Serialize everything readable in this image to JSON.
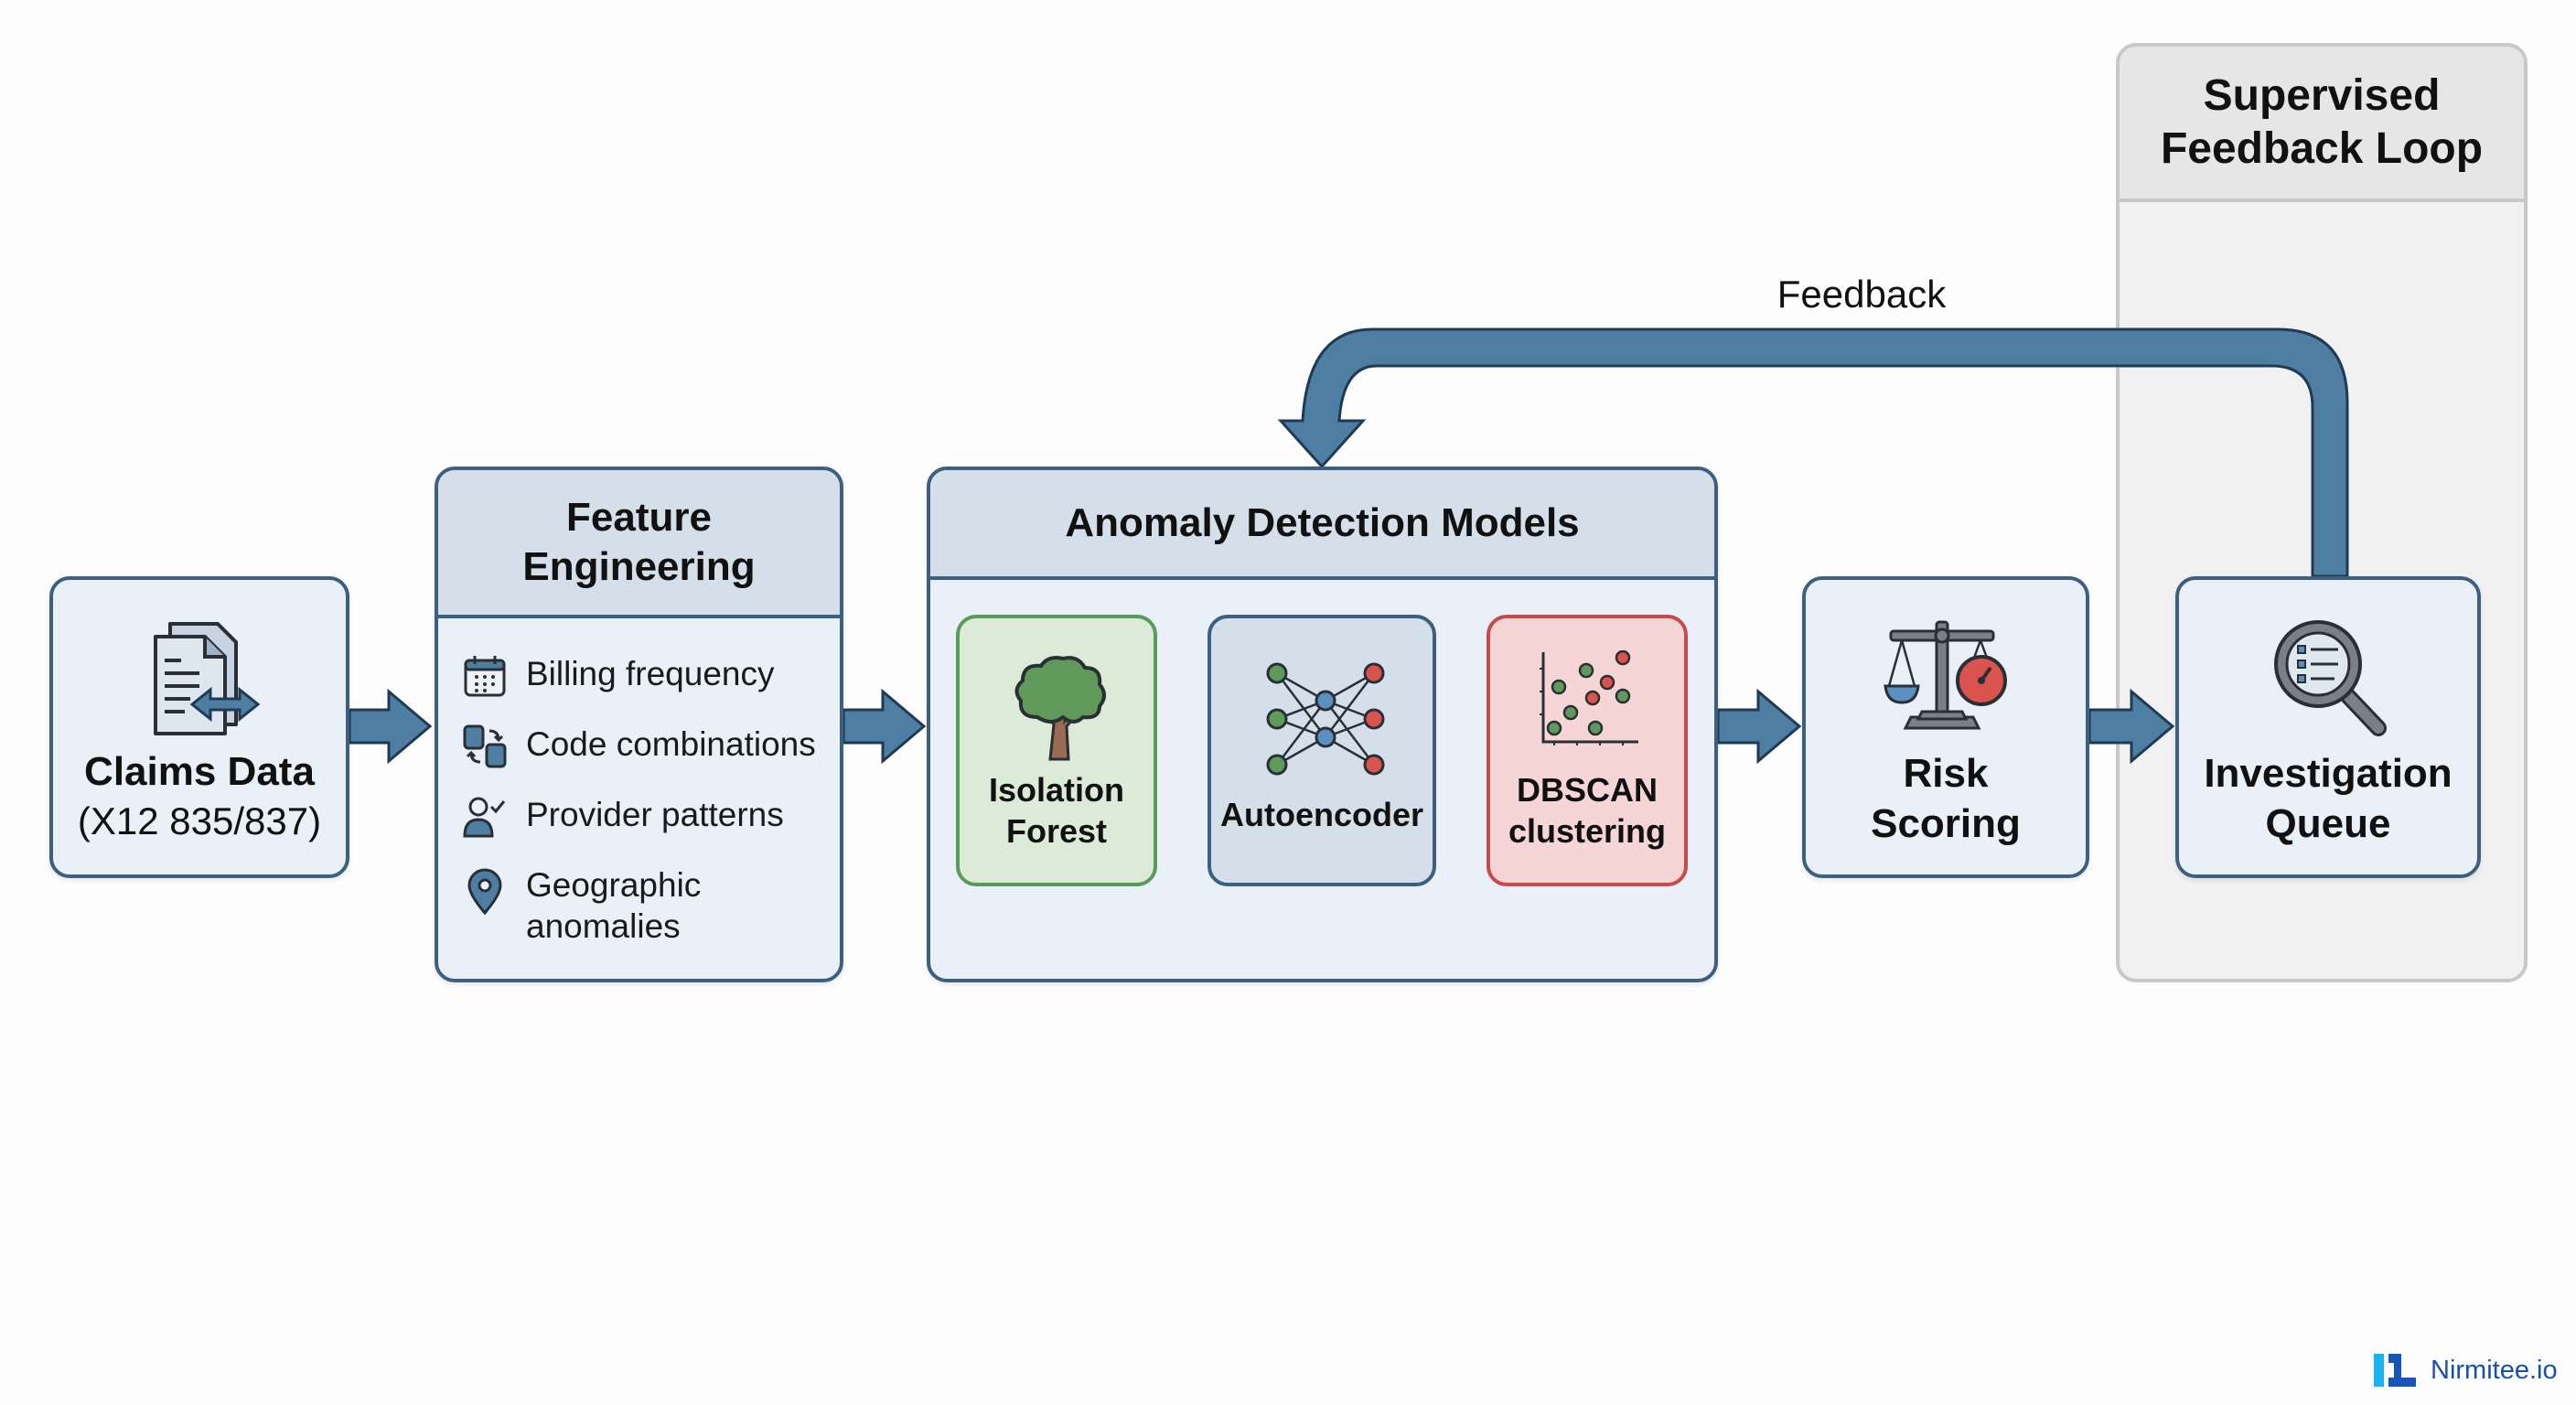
{
  "diagram": {
    "claims": {
      "title": "Claims Data",
      "subtitle": "(X12 835/837)",
      "icon": "document-exchange-icon"
    },
    "feature_engineering": {
      "title_line1": "Feature",
      "title_line2": "Engineering",
      "items": [
        {
          "label": "Billing frequency",
          "icon": "calendar-icon"
        },
        {
          "label": "Code combinations",
          "icon": "swap-blocks-icon"
        },
        {
          "label": "Provider patterns",
          "icon": "user-check-icon"
        },
        {
          "label_line1": "Geographic",
          "label_line2": "anomalies",
          "icon": "map-pin-icon"
        }
      ]
    },
    "anomaly_detection": {
      "title": "Anomaly Detection Models",
      "models": [
        {
          "line1": "Isolation",
          "line2": "Forest",
          "icon": "tree-icon",
          "color": "#5a9a5a"
        },
        {
          "line1": "Autoencoder",
          "icon": "neural-network-icon",
          "color": "#3d5f80"
        },
        {
          "line1": "DBSCAN",
          "line2": "clustering",
          "icon": "scatter-plot-icon",
          "color": "#c94a4a"
        }
      ]
    },
    "risk_scoring": {
      "line1": "Risk",
      "line2": "Scoring",
      "icon": "scale-gauge-icon"
    },
    "investigation_queue": {
      "line1": "Investigation",
      "line2": "Queue",
      "icon": "magnifier-list-icon"
    },
    "supervised": {
      "line1": "Supervised",
      "line2": "Feedback Loop"
    },
    "feedback_label": "Feedback",
    "colors": {
      "arrow": "#4f7ea3",
      "border": "#3d5f80",
      "box_fill": "#e9f0f8",
      "header_fill": "#d5dfea"
    }
  },
  "branding": {
    "name": "Nirmitee.io",
    "icon": "nirmitee-logo-icon"
  }
}
